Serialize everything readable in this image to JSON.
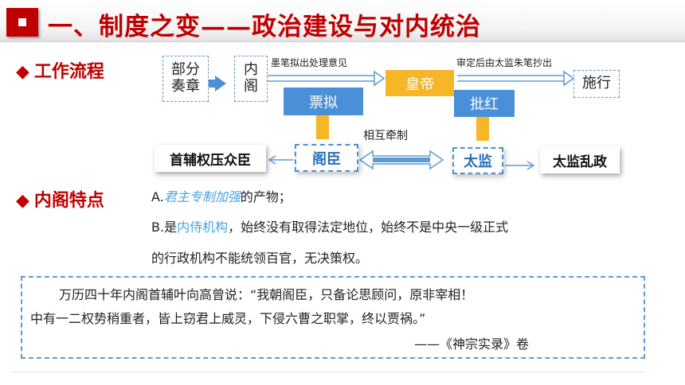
{
  "header": {
    "title": "一、制度之变——政治建设与对内统治"
  },
  "workflow": {
    "section_label": "工作流程",
    "start_box": "部分奏章",
    "neige_box": "内阁",
    "note_neige": "墨笔拟出处理意见",
    "emperor_box": "皇帝",
    "note_emperor": "审定后由太监朱笔抄出",
    "execute_box": "施行",
    "piaoni_box": "票拟",
    "pihong_box": "批红",
    "mutual_label": "相互牵制",
    "gechen_box": "阁臣",
    "taijian_box": "太监",
    "left_result": "首辅权压众臣",
    "right_result": "太监乱政"
  },
  "features": {
    "section_label": "内阁特点",
    "line_a_prefix": "A.",
    "line_a_highlight": "君主专制加强",
    "line_a_suffix": "的产物；",
    "line_b_prefix": "B.是",
    "line_b_highlight": "内侍机构",
    "line_b_suffix": "，始终没有取得法定地位，始终不是中央一级正式",
    "line_c": "的行政机构不能统领百官，无决策权。"
  },
  "quote": {
    "line1": "万历四十年内阁首辅叶向高曾说：“我朝阁臣，只备论思顾问，原非宰相！",
    "line2": "中有一二权势稍重者，皆上窃君上威灵，下侵六曹之职掌，终以贾祸。”",
    "source": "——《神宗实录》卷"
  },
  "colors": {
    "title_red": "#c00000",
    "flow_blue": "#4a90d9",
    "emperor_gold": "#f5b728",
    "highlight_blue": "#4aa3df"
  }
}
